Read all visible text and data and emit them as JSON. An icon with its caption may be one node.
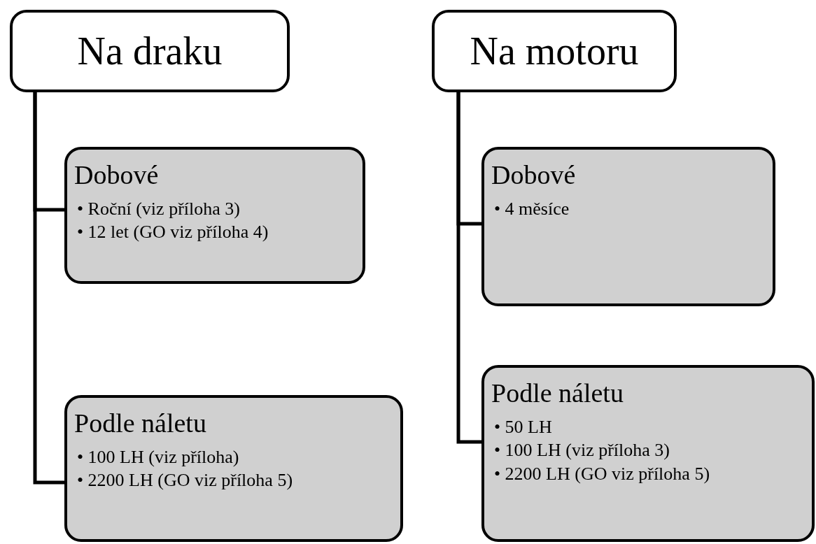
{
  "diagram": {
    "nodes": [
      {
        "text": [
          "Na draku"
        ]
      },
      {
        "text": [
          "Dobové",
          "• Roční (viz příloha 3)",
          "• 12 let (GO viz příloha 4)"
        ]
      },
      {
        "text": [
          "Podle náletu",
          "• 100 LH (viz příloha)",
          "• 2200 LH (GO viz příloha 5)"
        ]
      },
      {
        "text": [
          "Na motoru"
        ]
      },
      {
        "text": [
          "Dobové",
          "• 4 měsíce"
        ]
      },
      {
        "text": [
          "Podle náletu",
          "• 50 LH",
          "• 100 LH (viz příloha 3)",
          "• 2200 LH (GO viz příloha 5)"
        ]
      }
    ],
    "edges": [
      {
        "from": 0,
        "to": 1,
        "arrow": "none"
      },
      {
        "from": 0,
        "to": 2,
        "arrow": "none"
      },
      {
        "from": 3,
        "to": 4,
        "arrow": "none"
      },
      {
        "from": 3,
        "to": 5,
        "arrow": "none"
      }
    ]
  }
}
